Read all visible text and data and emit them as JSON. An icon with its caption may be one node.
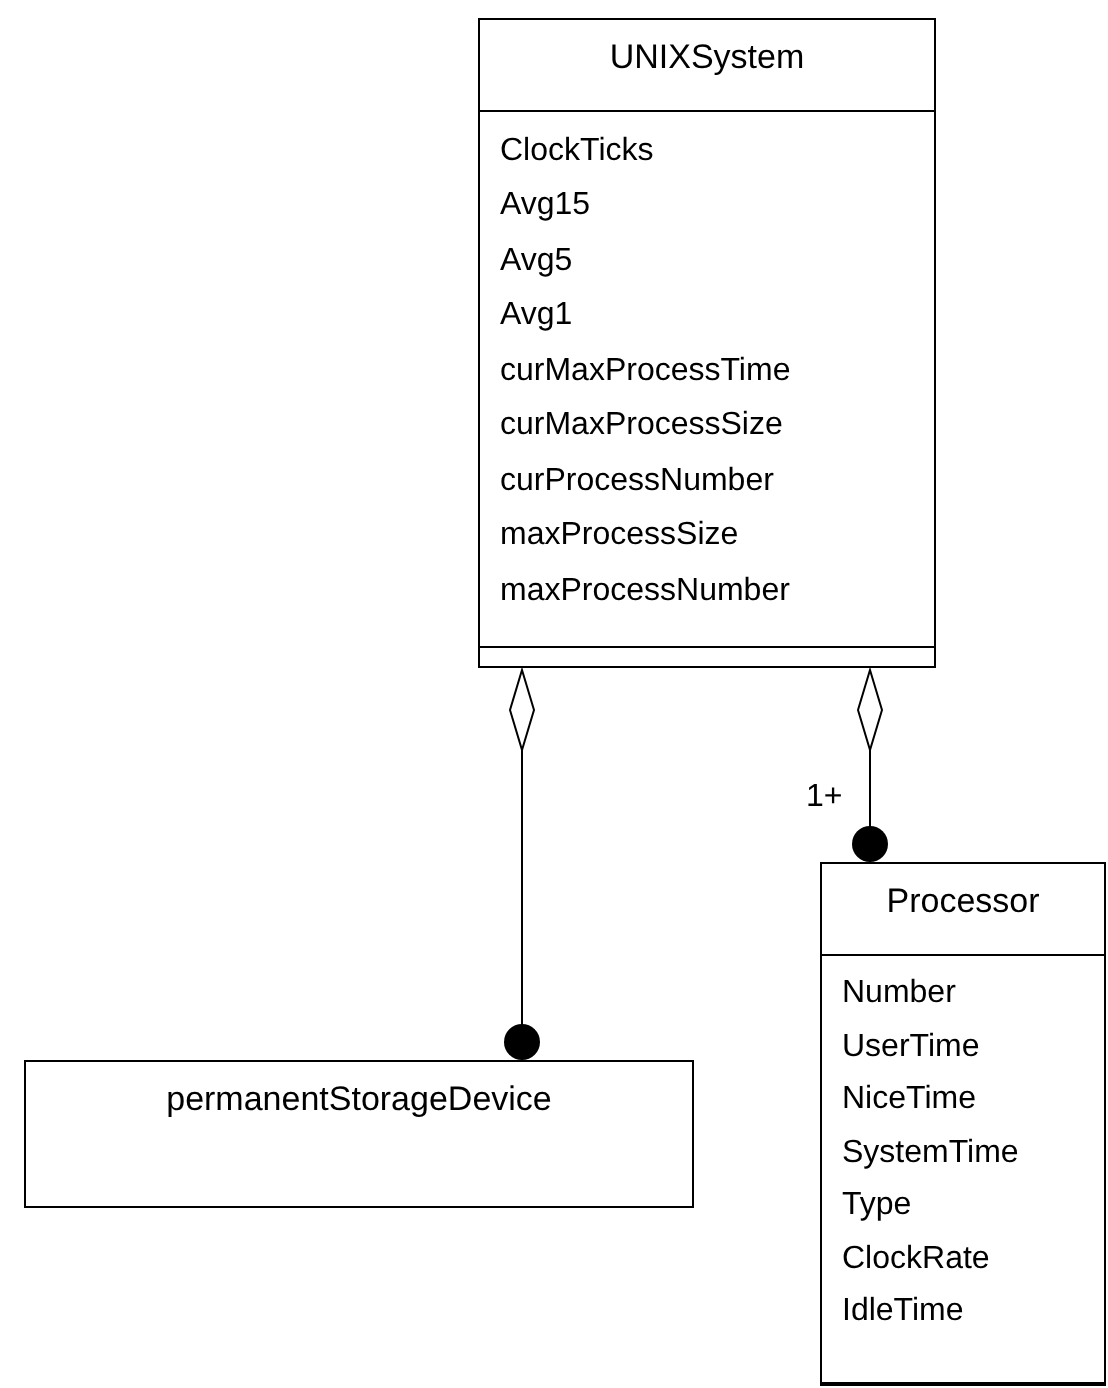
{
  "diagram": {
    "nodes": [
      {
        "text": [
          "UNIXSystem",
          "ClockTicks",
          "Avg15",
          "Avg5",
          "Avg1",
          "curMaxProcessTime",
          "curMaxProcessSize",
          "curProcessNumber",
          "maxProcessSize",
          "maxProcessNumber"
        ]
      },
      {
        "text": [
          "permanentStorageDevice"
        ]
      },
      {
        "text": [
          "Processor",
          "Number",
          "UserTime",
          "NiceTime",
          "SystemTime",
          "Type",
          "ClockRate",
          "IdleTime"
        ]
      }
    ],
    "edges": [
      {
        "from": 0,
        "to": 1,
        "arrow": "other"
      },
      {
        "from": 0,
        "to": 2,
        "arrow": "other",
        "label": "1+"
      }
    ]
  }
}
